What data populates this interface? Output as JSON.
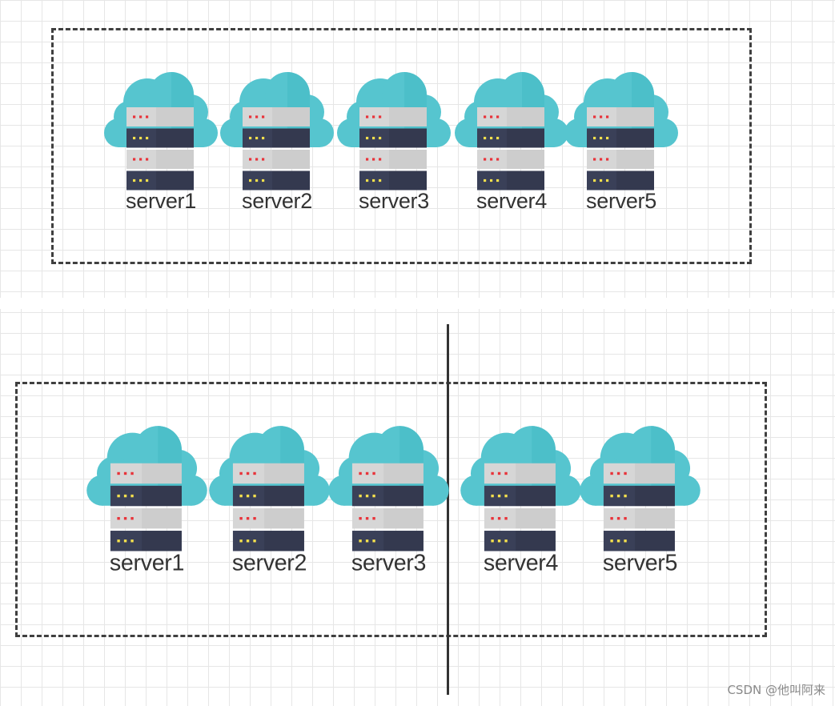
{
  "colors": {
    "cloud": "#56c5cf",
    "cloud_shade": "#45b9c4",
    "rack_light": "#d6d6d6",
    "rack_dark": "#3a4058",
    "led_red": "#e8333a",
    "led_yellow": "#f4e04d",
    "dash_border": "#3f3f3f",
    "divider": "#333333"
  },
  "icons": {
    "server": "cloud-server-icon"
  },
  "top_group": {
    "servers": [
      "server1",
      "server2",
      "server3",
      "server4",
      "server5"
    ]
  },
  "bottom_group": {
    "left_servers": [
      "server1",
      "server2",
      "server3"
    ],
    "right_servers": [
      "server4",
      "server5"
    ]
  },
  "watermark": "CSDN @他叫阿来"
}
